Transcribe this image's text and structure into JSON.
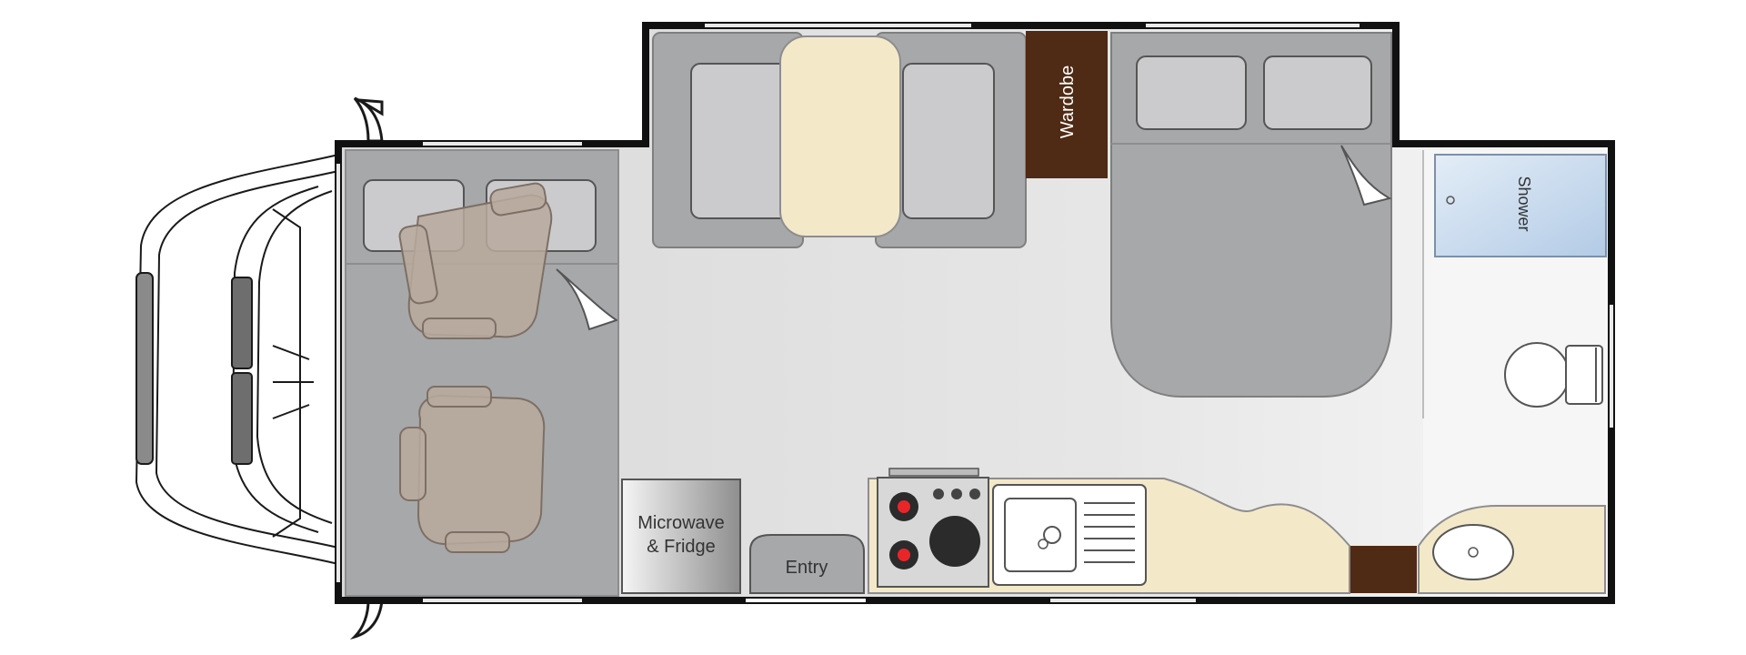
{
  "labels": {
    "wardrobe": "Wardobe",
    "shower": "Shower",
    "microwave_line1": "Microwave",
    "microwave_line2": "& Fridge",
    "entry": "Entry"
  },
  "colors": {
    "wall": "#111111",
    "floor": "#e4e4e4",
    "seat": "#a7a8aa",
    "cushion": "#cbcbcd",
    "table": "#f3e9c9",
    "counter": "#f3e9c9",
    "wardrobe": "#4f2a14",
    "shower": "#c3d6ea",
    "chair": "#b3a59a"
  }
}
